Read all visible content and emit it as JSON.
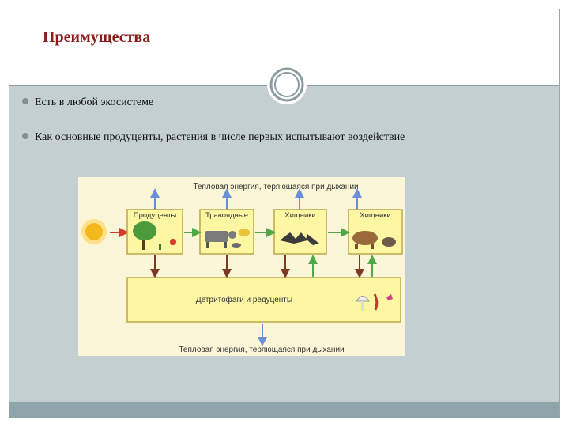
{
  "slide": {
    "title": "Преимущества",
    "bullets": [
      "Есть в любой экосистеме",
      "Как основные продуценты, растения в числе первых испытывают воздействие"
    ]
  },
  "diagram": {
    "top_label": "Тепловая энергия, теряющаяся при дыхании",
    "bottom_label": "Тепловая энергия, теряющаяся при дыхании",
    "levels": [
      "Продуценты",
      "Травоядные",
      "Хищники",
      "Хищники"
    ],
    "decomposers_label": "Детритофаги и редуценты"
  },
  "colors": {
    "title": "#8a1c1c",
    "slide_bg": "#c4cfd1",
    "footer": "#8fa5aa",
    "box_fill": "#fdf7a4",
    "box_border": "#b9a64a",
    "arrow_blue": "#6b8fd6",
    "arrow_green": "#4fa848",
    "arrow_brown": "#7a3b24",
    "arrow_red": "#d83a2a"
  }
}
